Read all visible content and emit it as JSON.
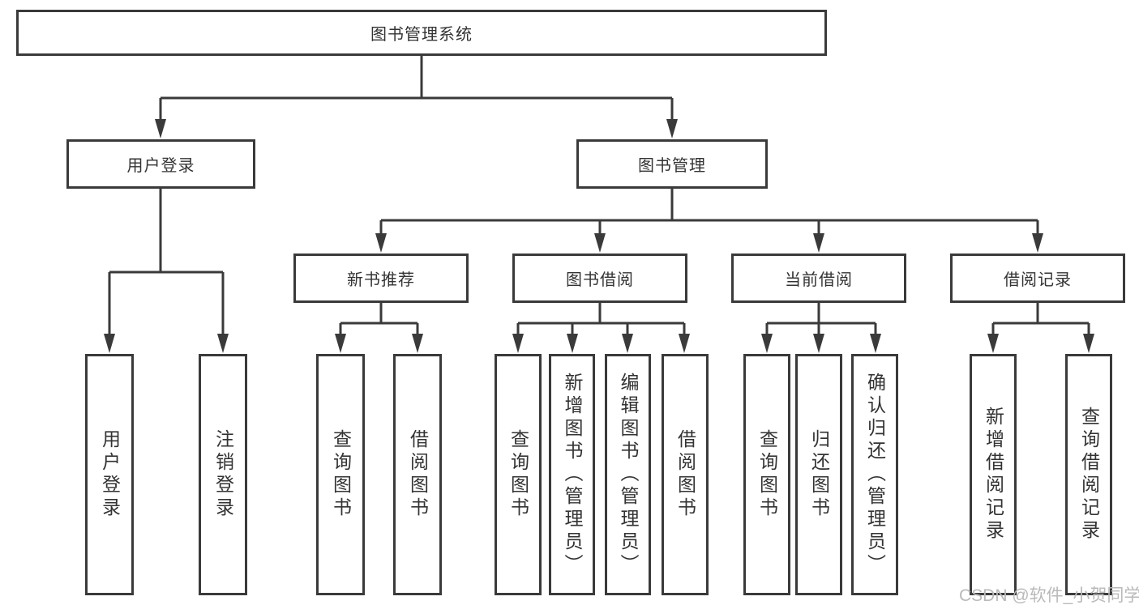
{
  "tree": {
    "root": {
      "label": "图书管理系统"
    },
    "level2": [
      {
        "label": "用户登录"
      },
      {
        "label": "图书管理"
      }
    ],
    "level3": [
      {
        "label": "新书推荐"
      },
      {
        "label": "图书借阅"
      },
      {
        "label": "当前借阅"
      },
      {
        "label": "借阅记录"
      }
    ],
    "leaves": {
      "user_login": [
        {
          "label": "用户登录"
        },
        {
          "label": "注销登录"
        }
      ],
      "new_book": [
        {
          "label": "查询图书"
        },
        {
          "label": "借阅图书"
        }
      ],
      "book_borrow": [
        {
          "label": "查询图书"
        },
        {
          "label": "新增图书（管理员）"
        },
        {
          "label": "编辑图书（管理员）"
        },
        {
          "label": "借阅图书"
        }
      ],
      "current_borrow": [
        {
          "label": "查询图书"
        },
        {
          "label": "归还图书"
        },
        {
          "label": "确认归还（管理员）"
        }
      ],
      "borrow_record": [
        {
          "label": "新增借阅记录"
        },
        {
          "label": "查询借阅记录"
        }
      ]
    }
  },
  "watermark": "CSDN @软件_小贺同学",
  "colors": {
    "line": "#3a3a3a",
    "text": "#333333",
    "watermark": "#b9b9b9",
    "background": "#ffffff"
  }
}
